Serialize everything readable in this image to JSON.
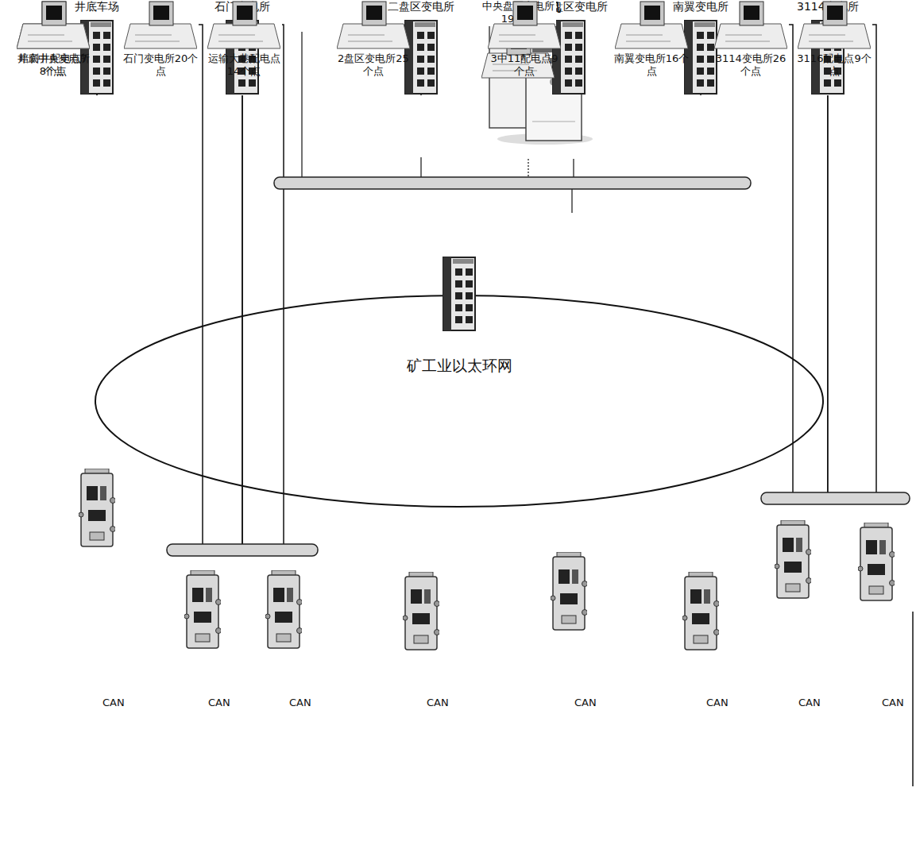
{
  "diagram": {
    "nodes": [
      {
        "text": [
          "监控主机"
        ]
      },
      {
        "text": [
          "矿工业以太环网"
        ]
      },
      {
        "text": [
          "井底车场"
        ]
      },
      {
        "text": [
          "石门变电所"
        ]
      },
      {
        "text": [
          "二盘区变电所"
        ]
      },
      {
        "text": [
          "中央盘区变电所"
        ]
      },
      {
        "text": [
          "南翼变电所"
        ]
      },
      {
        "text": [
          "3114变电所"
        ]
      },
      {
        "text": [
          "井底中央变电所8个点"
        ]
      },
      {
        "text": [
          "暗斜井配电点7个点"
        ]
      },
      {
        "text": [
          "石门变电所20个点"
        ]
      },
      {
        "text": [
          "运输大巷配电点14个点"
        ]
      },
      {
        "text": [
          "2盘区变电所25个点"
        ]
      },
      {
        "text": [
          "中央盘区变电所19个点"
        ]
      },
      {
        "text": [
          "3中11配电点9个点"
        ]
      },
      {
        "text": [
          "南翼变电所16个点"
        ]
      },
      {
        "text": [
          "3114变电所26个点"
        ]
      },
      {
        "text": [
          "3116配电点9个点"
        ]
      }
    ],
    "edges": [
      {
        "from": 2,
        "to": 8,
        "arrow": "none",
        "label": "CAN"
      },
      {
        "from": 2,
        "to": 9,
        "arrow": "none"
      },
      {
        "from": 3,
        "to": 10,
        "arrow": "none",
        "label": "CAN"
      },
      {
        "from": 3,
        "to": 11,
        "arrow": "none",
        "label": "CAN"
      },
      {
        "from": 4,
        "to": 12,
        "arrow": "none",
        "label": "CAN"
      },
      {
        "from": 5,
        "to": 13,
        "arrow": "none",
        "label": "CAN"
      },
      {
        "from": 5,
        "to": 14,
        "arrow": "none"
      },
      {
        "from": 6,
        "to": 15,
        "arrow": "none",
        "label": "CAN"
      },
      {
        "from": 7,
        "to": 16,
        "arrow": "none",
        "label": "CAN"
      },
      {
        "from": 7,
        "to": 17,
        "arrow": "none",
        "label": "CAN"
      }
    ],
    "labels": [
      "CAN"
    ]
  }
}
